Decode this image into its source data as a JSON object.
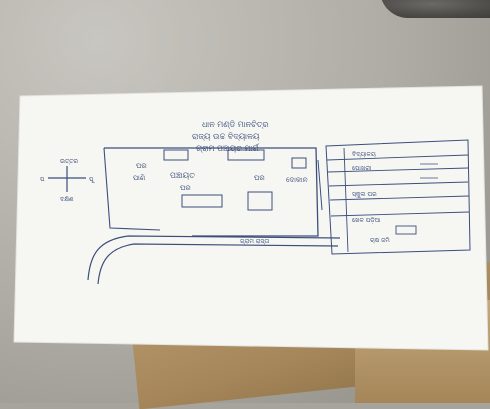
{
  "title_lines": [
    "ଧାନ ମଣ୍ଡି ମାନଚିତ୍ର",
    "ରାଜ୍ୟ ଉଚ୍ଚ ବିଦ୍ୟାଳୟ",
    "ଗ୍ରାମ ପଞ୍ଚାୟତ ମାର୍ଗ"
  ],
  "compass": {
    "north": "ଉତ୍ତର",
    "south": "ଦକ୍ଷିଣ",
    "east": "ପୂ",
    "west": "ପ"
  },
  "labels": {
    "left_top": "ଘର",
    "left_bottom": "ପାଣି",
    "center_main": "ପଞ୍ଚାୟତ",
    "center_sub": "ଘର",
    "right_small_1": "ଘର",
    "right_small_2": "ଦୋକାନ",
    "road": "ଗ୍ରାମ ରାସ୍ତା",
    "right_block_1": "ବିଦ୍ୟାଳୟ",
    "right_block_2": "ପୋଖରୀ",
    "right_block_3": "ସ୍କୁଲ ଘର",
    "right_block_4": "ଖେଳ ପଡ଼ିଆ",
    "right_bottom": "ଚାଷ ଜମି"
  },
  "colors": {
    "ink": "#3c4f7a",
    "paper": "#f7f7f5",
    "cardboard": "#a5865a"
  }
}
